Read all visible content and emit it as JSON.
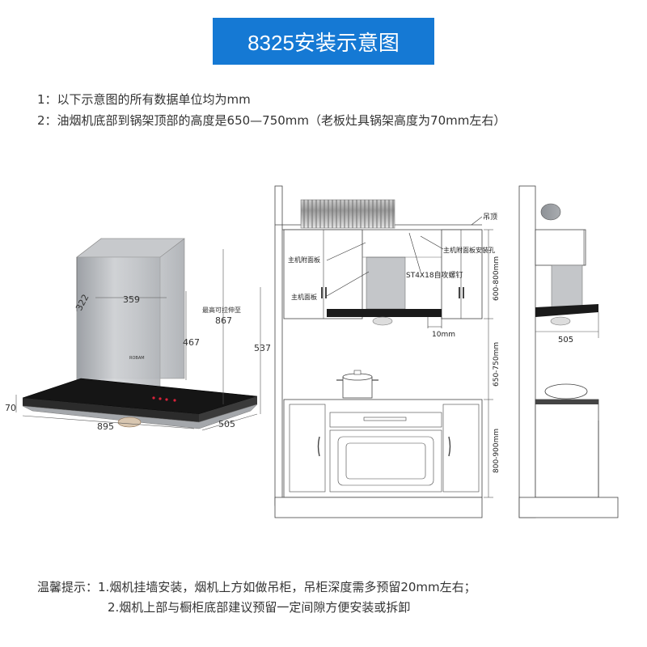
{
  "title": "8325安装示意图",
  "notes": [
    "1：以下示意图的所有数据单位均为mm",
    "2：油烟机底部到锅架顶部的高度是650—750mm（老板灶具锅架高度为70mm左右）"
  ],
  "hood": {
    "brand": "ROBAM",
    "dims": {
      "depth_top": "322",
      "width_top": "359",
      "chimney_height": "467",
      "total_height": "537",
      "panel_thickness": "70",
      "width": "895",
      "depth": "505"
    },
    "extend_label": "最高可拉伸至",
    "extend_value": "867"
  },
  "front_view": {
    "ceiling": "吊顶",
    "panel_mount_hole": "主机附面板安装孔",
    "aux_panel": "主机附面板",
    "screw": "ST4X18自攻螺钉",
    "main_panel": "主机面板",
    "gap": "10mm",
    "upper_range": "600-800mm",
    "hood_range": "650-750mm",
    "counter_range": "800-900mm"
  },
  "side_view": {
    "depth": "505"
  },
  "tips": {
    "label": "温馨提示：",
    "lines": [
      "1.烟机挂墙安装，烟机上方如做吊柜，吊柜深度需多预留20mm左右；",
      "2.烟机上部与橱柜底部建议预留一定间隙方便安装或拆卸"
    ]
  },
  "colors": {
    "banner": "#1579d4",
    "steel": "#b9bcc0",
    "glass": "#1a1a1a",
    "control": "#d9223a"
  }
}
